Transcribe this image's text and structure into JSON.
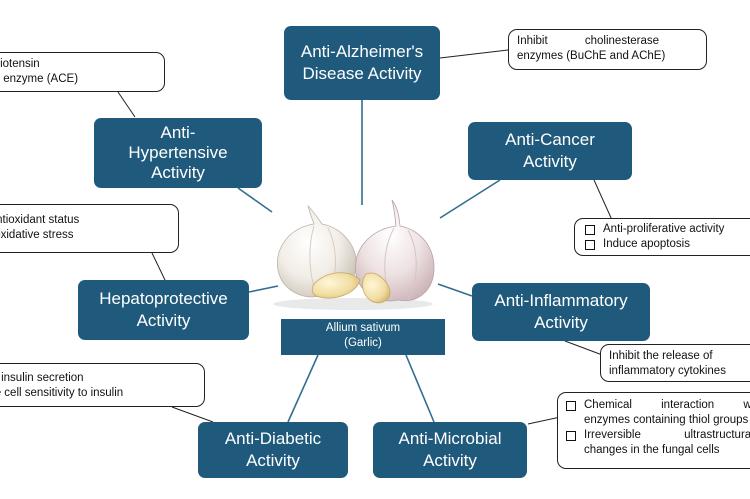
{
  "center": {
    "line1": "Allium sativum",
    "line2": "(Garlic)",
    "image": "garlic-bulbs-illustration"
  },
  "colors": {
    "node_fill": "#1f5a7c",
    "node_text": "#ffffff",
    "connector": "#2f6f8f",
    "bubble_border": "#222222"
  },
  "activities": {
    "alzheimers": {
      "lines": [
        "Anti-Alzheimer's",
        "Disease Activity"
      ]
    },
    "hypertensive": {
      "lines": [
        "Anti-",
        "Hypertensive",
        "Activity"
      ]
    },
    "cancer": {
      "lines": [
        "Anti-Cancer",
        "Activity"
      ]
    },
    "hepato": {
      "lines": [
        "Hepatoprotective",
        "Activity"
      ]
    },
    "inflammatory": {
      "lines": [
        "Anti-Inflammatory",
        "Activity"
      ]
    },
    "diabetic": {
      "lines": [
        "Anti-Diabetic",
        "Activity"
      ]
    },
    "microbial": {
      "lines": [
        "Anti-Microbial",
        "Activity"
      ]
    }
  },
  "mechanisms": {
    "alzheimers": {
      "lines": [
        "Inhibit cholinesterase",
        "enzymes (BuChE and AChE)"
      ]
    },
    "hypertensive": {
      "lines": [
        "Inhibit angiotensin",
        "converting enzyme (ACE)"
      ]
    },
    "cancer": {
      "items": [
        "Anti-proliferative activity",
        "Induce apoptosis"
      ]
    },
    "hepato": {
      "lines": [
        "Improve antioxidant status",
        "Regulate oxidative stress"
      ]
    },
    "inflammatory": {
      "lines": [
        "Inhibit the release of",
        "inflammatory cytokines"
      ]
    },
    "diabetic": {
      "lines": [
        "Activate insulin secretion",
        "Increase cell sensitivity to insulin"
      ]
    },
    "microbial": {
      "items": [
        [
          "Chemical interaction with",
          "enzymes containing thiol groups"
        ],
        [
          "Irreversible ultrastructural",
          "changes in the fungal cells"
        ]
      ]
    }
  }
}
